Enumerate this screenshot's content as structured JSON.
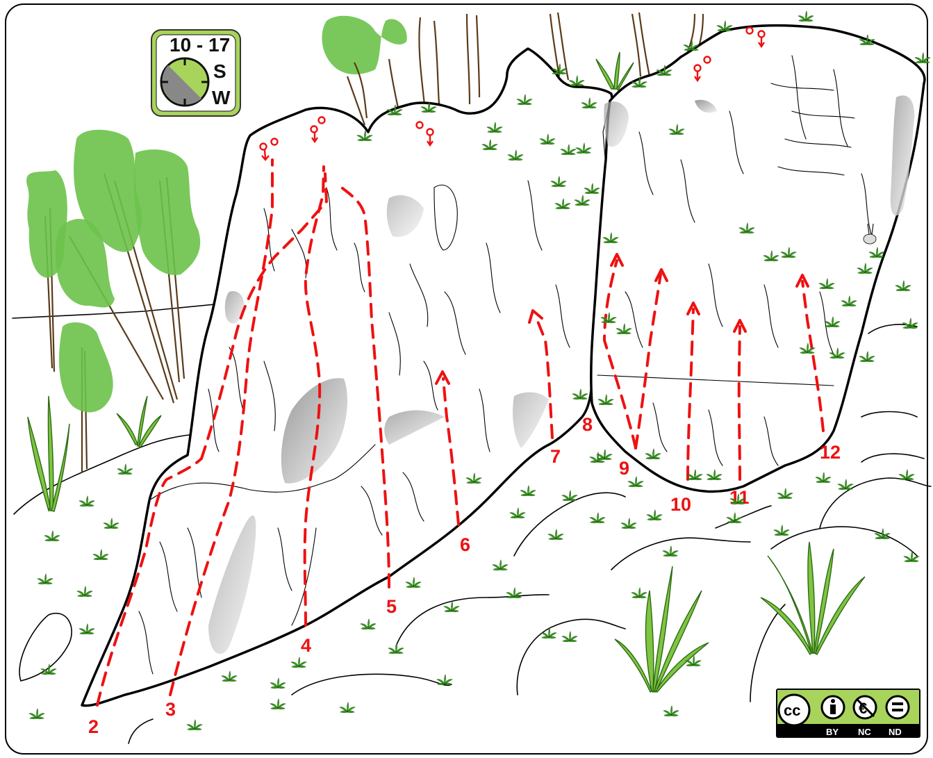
{
  "topo": {
    "sun_box": {
      "time_label": "10 - 17",
      "exposure_1": "S",
      "exposure_2": "W",
      "colors": {
        "frame": "#a8d45c",
        "sun": "#a8d45c",
        "shade": "#888888"
      }
    },
    "routes": [
      {
        "number": "2"
      },
      {
        "number": "3"
      },
      {
        "number": "4"
      },
      {
        "number": "5"
      },
      {
        "number": "6"
      },
      {
        "number": "7"
      },
      {
        "number": "8"
      },
      {
        "number": "9"
      },
      {
        "number": "10"
      },
      {
        "number": "11"
      },
      {
        "number": "12"
      }
    ],
    "license": {
      "badge": "cc",
      "by": "BY",
      "nc": "NC",
      "nd": "ND",
      "colors": {
        "bg": "#a8d45c",
        "bar": "#000000"
      }
    },
    "colors": {
      "route": "#ee1111",
      "vegetation": "#6cc24a",
      "grass": "#3aa51c"
    },
    "icons": [
      "anchor-icon",
      "lower-off-icon",
      "grass-tuft-icon",
      "tree-icon",
      "bunny-icon"
    ]
  }
}
